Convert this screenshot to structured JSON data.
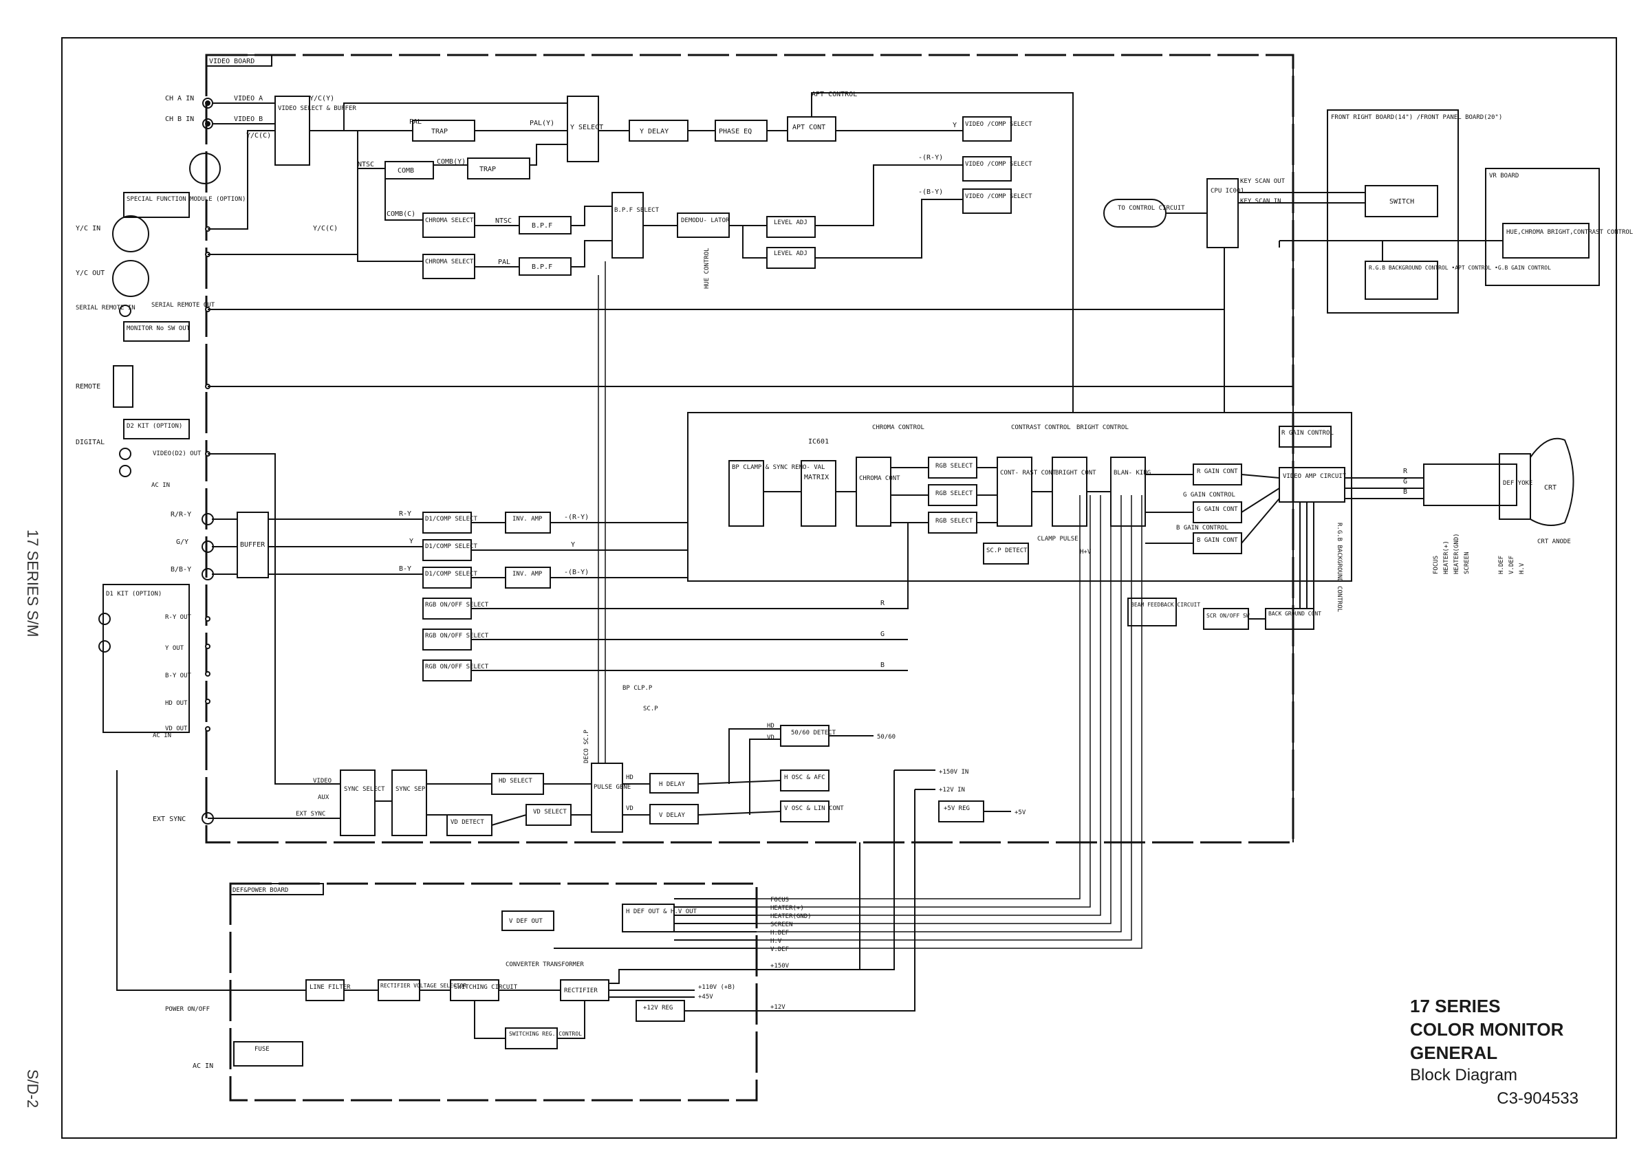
{
  "boards": {
    "video": "VIDEO BOARD",
    "front": "FRONT RIGHT BOARD(14\") /FRONT PANEL BOARD(20\")",
    "vr": "VR BOARD",
    "def_power": "DEF&POWER BOARD"
  },
  "inputs": {
    "ch_a": "CH A IN",
    "ch_b": "CH B IN",
    "special": "SPECIAL FUNCTION MODULE (OPTION)",
    "yc_in": "Y/C IN",
    "yc_out": "Y/C OUT",
    "serial": "SERIAL REMOTE IN",
    "serial_out": "SERIAL REMOTE OUT",
    "monitor_no": "MONITOR No SW OUT",
    "remote": "REMOTE",
    "d2": "D2 KIT (OPTION)",
    "digital": "DIGITAL",
    "video_d2": "VIDEO(D2) OUT",
    "ac_in": "AC IN",
    "ry": "R/R-Y",
    "gy": "G/Y",
    "by": "B/B-Y",
    "d1": "D1 KIT (OPTION)",
    "ry_out": "R-Y OUT",
    "y_out": "Y OUT",
    "by_out": "B-Y OUT",
    "hd_out": "HD OUT",
    "vd_out": "VD OUT",
    "ext_sync": "EXT SYNC",
    "power": "POWER ON/OFF",
    "ac_in2": "AC IN"
  },
  "blocks": {
    "video_select": "VIDEO SELECT & BUFFER",
    "trap": "TRAP",
    "comb": "COMB",
    "trap2": "TRAP",
    "y_select": "Y SELECT",
    "y_delay": "Y DELAY",
    "phase_eq": "PHASE EQ",
    "apt_cont": "APT CONT",
    "apt_control": "APT CONTROL",
    "vc_select1": "VIDEO /COMP SELECT",
    "vc_select2": "VIDEO /COMP SELECT",
    "vc_select3": "VIDEO /COMP SELECT",
    "chroma_select1": "CHROMA SELECT",
    "chroma_select2": "CHROMA SELECT",
    "bpf1": "B.P.F",
    "bpf2": "B.P.F",
    "bpf_select": "B.P.F SELECT",
    "demod": "DEMODU- LATOR",
    "level1": "LEVEL ADJ",
    "level2": "LEVEL ADJ",
    "to_control": "TO CONTROL CIRCUIT",
    "cpu": "CPU IC001",
    "switch": "SWITCH",
    "rgb_bg": "R.G.B BACKGROUND CONTROL •APT CONTROL •G.B GAIN CONTROL",
    "vr_ctrl": "HUE,CHROMA BRIGHT,CONTRAST CONTROL",
    "ic601": "IC601",
    "bp_clamp": "BP CLAMP & SYNC REMO- VAL",
    "matrix": "MATRIX",
    "chroma_cont": "CHROMA CONT",
    "rgb1": "RGB SELECT",
    "rgb2": "RGB SELECT",
    "rgb3": "RGB SELECT",
    "contrast": "CONT- RAST CONT",
    "bright": "BRIGHT CONT",
    "blanking": "BLAN- KING",
    "r_gain_ctrl": "R GAIN CONTROL",
    "r_gain": "R GAIN CONT",
    "g_gain": "G GAIN CONT",
    "b_gain": "B GAIN CONT",
    "g_gain_ctrl": "G GAIN CONTROL",
    "b_gain_ctrl": "B GAIN CONTROL",
    "video_amp": "VIDEO AMP CIRCUIT",
    "scp_detect": "SC.P DETECT",
    "clamp_pulse": "CLAMP PULSE",
    "beam": "BEAM FEEDBACK CIRCUIT",
    "scr": "SCR ON/OFF SW",
    "back": "BACK GROUND CONT",
    "def_yoke": "DEF YOKE",
    "crt": "CRT",
    "crt_anode": "CRT ANODE",
    "buffer": "BUFFER",
    "d1_sel1": "D1/COMP SELECT",
    "d1_sel2": "D1/COMP SELECT",
    "d1_sel3": "D1/COMP SELECT",
    "inv_amp1": "INV. AMP",
    "inv_amp2": "INV. AMP",
    "rgb_on1": "RGB ON/OFF SELECT",
    "rgb_on2": "RGB ON/OFF SELECT",
    "rgb_on3": "RGB ON/OFF SELECT",
    "sync_select": "SYNC SELECT",
    "sync_sep": "SYNC SEP",
    "hd_select": "HD SELECT",
    "vd_select": "VD SELECT",
    "vd_detect": "VD DETECT",
    "pulse_gene": "PULSE GENE",
    "h_delay": "H DELAY",
    "v_delay": "V DELAY",
    "detect5060": "50/60 DETECT",
    "h_osc": "H OSC & AFC",
    "v_osc": "V OSC & LIN CONT",
    "reg5": "+5V REG",
    "v_def_out": "V DEF OUT",
    "h_def_out": "H DEF OUT & H.V OUT",
    "line_filter": "LINE FILTER",
    "rect_volt": "RECTIFIER VOLTAGE SELECTOR",
    "switching": "SWITCHING CIRCUIT",
    "converter": "CONVERTER TRANSFORMER",
    "rectifier": "RECTIFIER",
    "reg12": "+12V REG",
    "sw_ctrl": "SWITCHING REG. CONTROL",
    "fuse": "FUSE"
  },
  "signals": {
    "video_a": "VIDEO A",
    "video_b": "VIDEO B",
    "yc_y": "Y/C(Y)",
    "yc_c": "Y/C(C)",
    "yc_c2": "Y/C(C)",
    "pal_y": "PAL(Y)",
    "pal": "PAL",
    "ntsc": "NTSC",
    "comb_y": "COMB(Y)",
    "comb_c": "COMB(C)",
    "ntsc2": "NTSC",
    "pal2": "PAL",
    "y": "Y",
    "ry": "-(R-Y)",
    "by": "-(B-Y)",
    "hue": "HUE CONTROL",
    "key_scan_out": "KEY SCAN OUT",
    "key_scan_in": "KEY SCAN IN",
    "chroma_control": "CHROMA CONTROL",
    "contrast_control": "CONTRAST CONTROL",
    "bright_control": "BRIGHT CONTROL",
    "r": "R",
    "g": "G",
    "b": "B",
    "ry_l": "R-Y",
    "y_l": "Y",
    "by_l": "B-Y",
    "ry_out": "-(R-Y)",
    "y_out": "Y",
    "by_out": "-(B-Y)",
    "r2": "R",
    "g2": "G",
    "b2": "B",
    "bp_clp": "BP CLP.P",
    "scp": "SC.P",
    "deco": "DECO SC.P",
    "hv": "H+V",
    "video": "VIDEO",
    "aux": "AUX",
    "ext": "EXT SYNC",
    "hd": "HD",
    "vd": "VD",
    "hd2": "HD",
    "vd2": "VD",
    "out5060": "50/60",
    "p150in": "+150V IN",
    "p12in": "+12V IN",
    "p5v": "+5V",
    "focus": "FOCUS",
    "heater_p": "HEATER(+)",
    "heater_g": "HEATER(GND)",
    "screen": "SCREEN",
    "hdef": "H.DEF",
    "hv2": "H.V",
    "vdef": "V.DEF",
    "p150": "+150V",
    "p110": "+110V (+B)",
    "p45": "+45V",
    "p12": "+12V",
    "rgb_bg_ctrl": "R.G.B BACKGROUND CONTROL",
    "rail_focus": "FOCUS",
    "rail_hp": "HEATER(+)",
    "rail_hg": "HEATER(GND)",
    "rail_scr": "SCREEN",
    "rail_hdef": "H.DEF",
    "rail_vdef": "V.DEF",
    "rail_hv": "H.V"
  },
  "side_label": "17 SERIES S/M",
  "page_code": "S/D-2",
  "title": {
    "line1": "17 SERIES",
    "line2": "COLOR MONITOR",
    "line3": "GENERAL",
    "line4": "Block Diagram",
    "code": "C3-904533"
  }
}
